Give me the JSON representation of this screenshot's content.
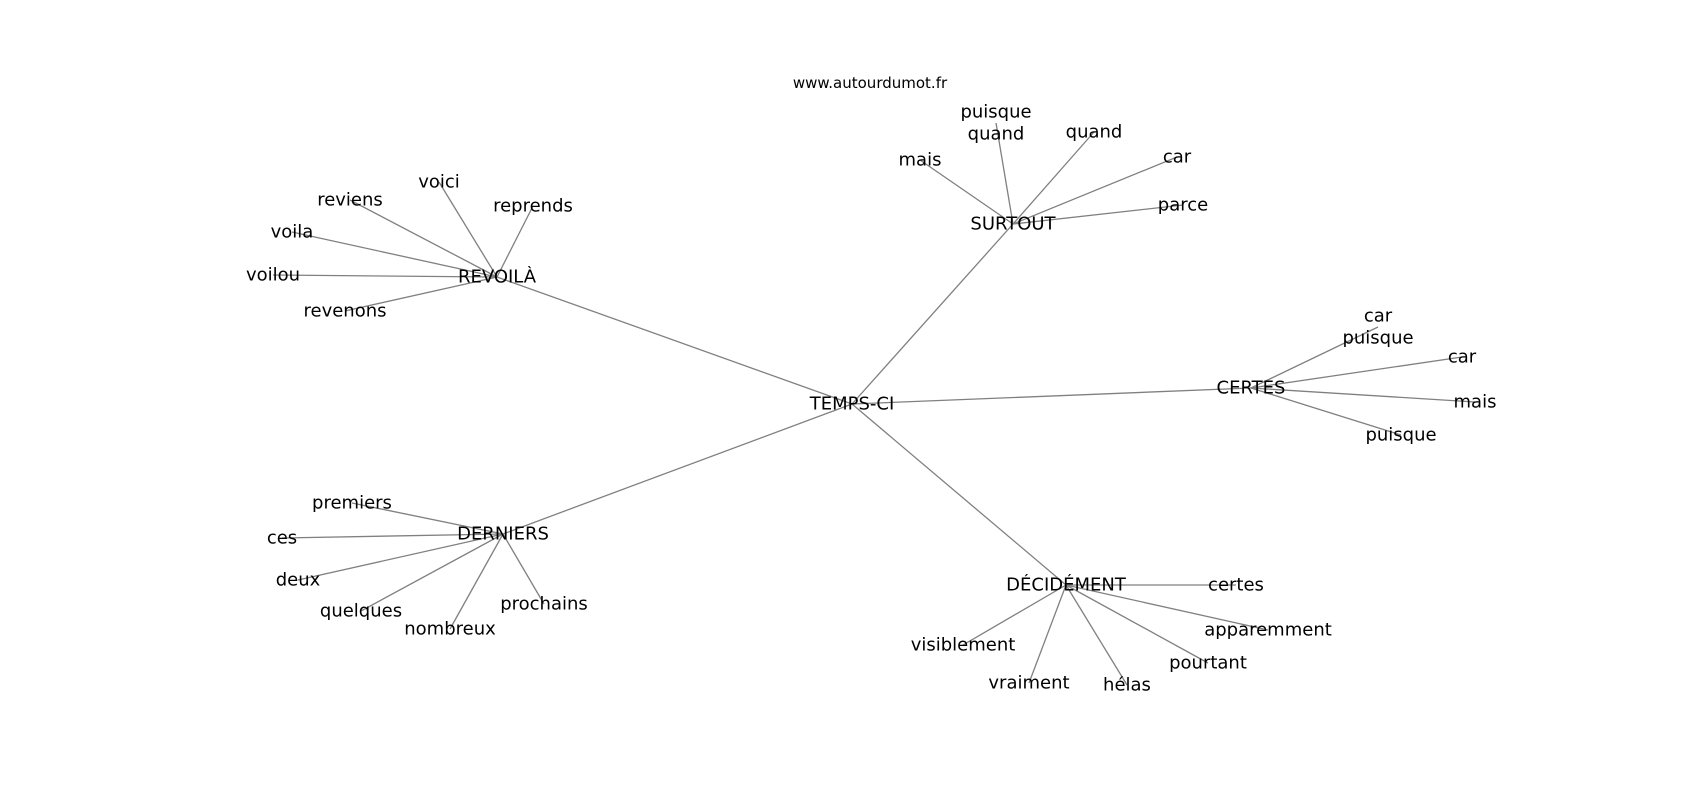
{
  "watermark": "www.autourdumot.fr",
  "graph": {
    "center": "TEMPS-CI",
    "hubs": [
      {
        "label": "SURTOUT",
        "leaves": [
          {
            "label": "mais"
          },
          {
            "label": "puisque\nquand"
          },
          {
            "label": "quand"
          },
          {
            "label": "car"
          },
          {
            "label": "parce"
          }
        ]
      },
      {
        "label": "REVOILÀ",
        "leaves": [
          {
            "label": "voici"
          },
          {
            "label": "reviens"
          },
          {
            "label": "reprends"
          },
          {
            "label": "voila"
          },
          {
            "label": "voilou"
          },
          {
            "label": "revenons"
          }
        ]
      },
      {
        "label": "CERTES",
        "leaves": [
          {
            "label": "car\npuisque"
          },
          {
            "label": "car"
          },
          {
            "label": "mais"
          },
          {
            "label": "puisque"
          }
        ]
      },
      {
        "label": "DERNIERS",
        "leaves": [
          {
            "label": "premiers"
          },
          {
            "label": "ces"
          },
          {
            "label": "deux"
          },
          {
            "label": "quelques"
          },
          {
            "label": "nombreux"
          },
          {
            "label": "prochains"
          }
        ]
      },
      {
        "label": "DÉCIDÉMENT",
        "leaves": [
          {
            "label": "certes"
          },
          {
            "label": "apparemment"
          },
          {
            "label": "visiblement"
          },
          {
            "label": "pourtant"
          },
          {
            "label": "vraiment"
          },
          {
            "label": "hélas"
          }
        ]
      }
    ]
  }
}
